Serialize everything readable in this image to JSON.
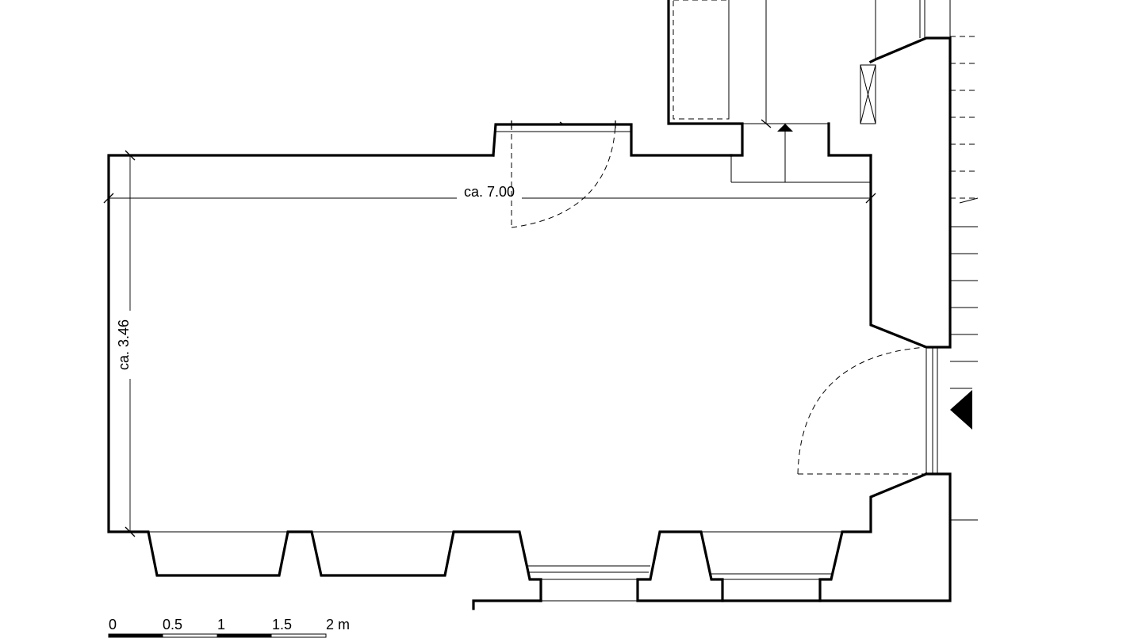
{
  "plan": {
    "dimensions": {
      "width_label": "ca. 7.00",
      "depth_label": "ca. 3.46"
    },
    "scale_bar": {
      "labels": [
        "0",
        "0.5",
        "1",
        "1.5",
        "2 m"
      ]
    },
    "colors": {
      "line": "#000000",
      "background": "#ffffff"
    },
    "icons": [
      "north-arrow-icon",
      "entrance-arrow-icon"
    ]
  }
}
